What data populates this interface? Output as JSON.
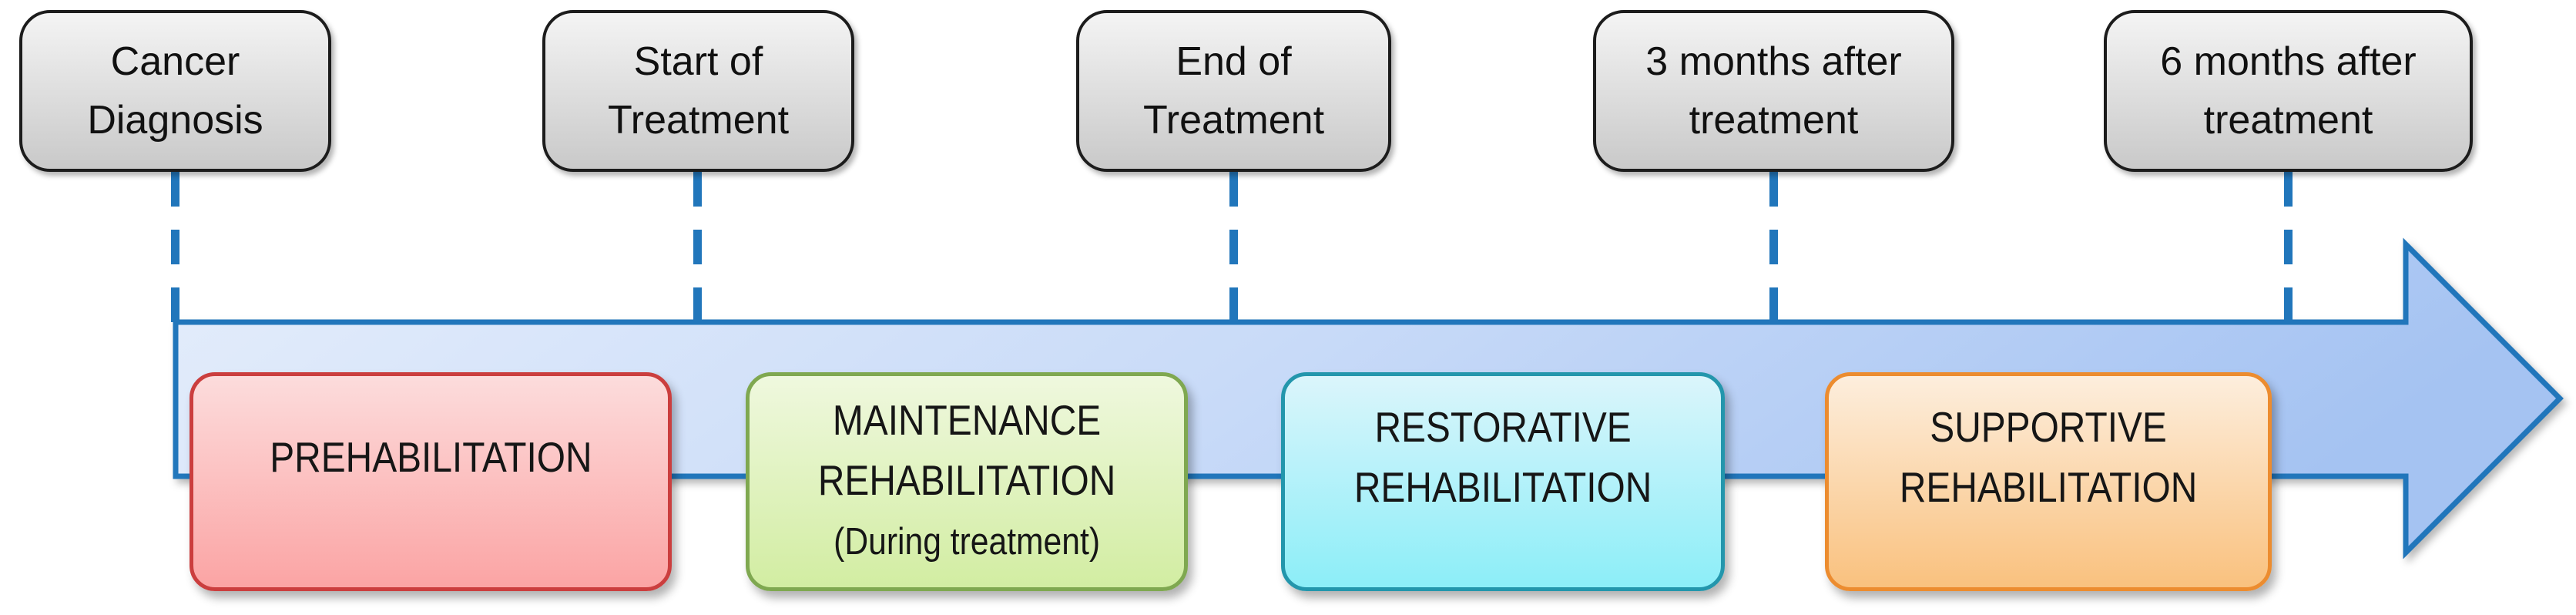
{
  "milestones": [
    {
      "id": "cancer-diagnosis",
      "lines": [
        "Cancer",
        "Diagnosis"
      ]
    },
    {
      "id": "start-of-treatment",
      "lines": [
        "Start of",
        "Treatment"
      ]
    },
    {
      "id": "end-of-treatment",
      "lines": [
        "End of",
        "Treatment"
      ]
    },
    {
      "id": "3-months-after-treatment",
      "lines": [
        "3 months after",
        "treatment"
      ]
    },
    {
      "id": "6-months-after-treatment",
      "lines": [
        "6 months after",
        "treatment"
      ]
    }
  ],
  "phases": [
    {
      "id": "prehabilitation",
      "lines": [
        "PREHABILITATION"
      ]
    },
    {
      "id": "maintenance-rehabilitation",
      "lines": [
        "MAINTENANCE",
        "REHABILITATION",
        "(During treatment)"
      ]
    },
    {
      "id": "restorative-rehabilitation",
      "lines": [
        "RESTORATIVE",
        "REHABILITATION"
      ]
    },
    {
      "id": "supportive-rehabilitation",
      "lines": [
        "SUPPORTIVE",
        "REHABILITATION"
      ]
    }
  ],
  "theme": {
    "background": "#ffffff",
    "milestone_fill_top": "#f4f4f4",
    "milestone_fill_bottom": "#c9c9c9",
    "milestone_border": "#1c1c1c",
    "milestone_text": "#111111",
    "dash_color": "#2176bb",
    "arrow_border": "#2176bb",
    "arrow_fill_start": "#e4edfb",
    "arrow_fill_mid": "#c9dbf8",
    "arrow_fill_end": "#a5c3f2",
    "phase_text": "#161616",
    "phase_prehab_fill_top": "#fcdcdc",
    "phase_prehab_fill_bottom": "#fba4a4",
    "phase_prehab_border": "#cb3e3e",
    "phase_maintenance_fill_top": "#eff8de",
    "phase_maintenance_fill_bottom": "#d2eda2",
    "phase_maintenance_border": "#7fa850",
    "phase_restorative_fill_top": "#dbf5fb",
    "phase_restorative_fill_bottom": "#8ceef8",
    "phase_restorative_border": "#2396ac",
    "phase_supportive_fill_top": "#fdeedd",
    "phase_supportive_fill_bottom": "#f9c17e",
    "phase_supportive_border": "#ec8c2f"
  }
}
